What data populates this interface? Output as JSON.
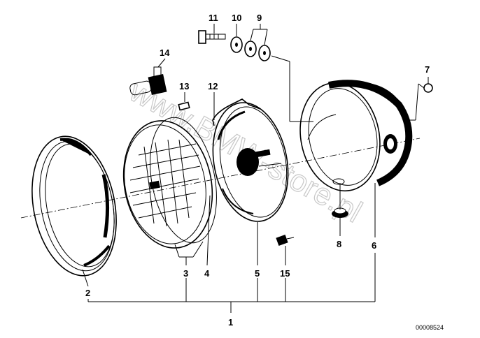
{
  "diagram": {
    "callouts": {
      "c1": "1",
      "c2": "2",
      "c3": "3",
      "c4": "4",
      "c5": "5",
      "c6": "6",
      "c7": "7",
      "c8": "8",
      "c9": "9",
      "c10": "10",
      "c11": "11",
      "c12": "12",
      "c13": "13",
      "c14": "14",
      "c15": "15"
    },
    "drawing_number": "00008524",
    "watermark": "www.BMW-store.pl"
  }
}
